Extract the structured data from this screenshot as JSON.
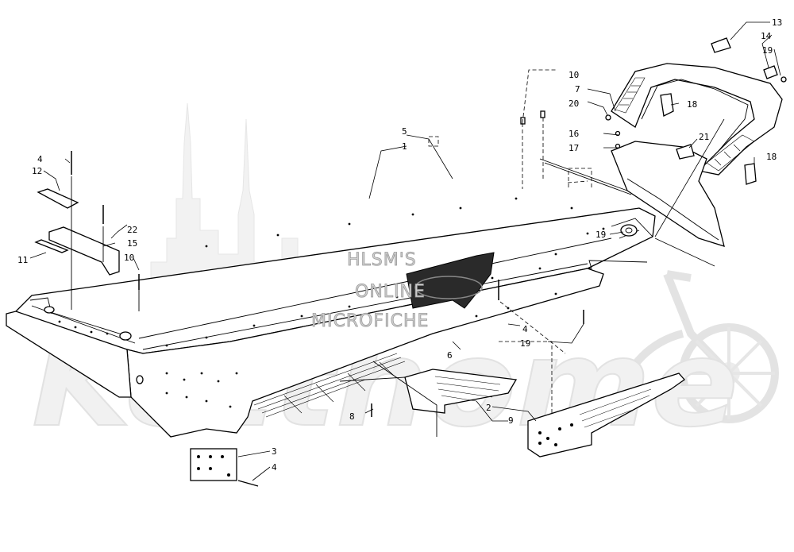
{
  "watermark": {
    "line1": "HLSM'S",
    "line2": "ONLINE",
    "line3": "MICROFICHE",
    "brand": "Ketthome"
  },
  "callouts": [
    {
      "id": "c-1",
      "text": "1"
    },
    {
      "id": "c-2",
      "text": "2"
    },
    {
      "id": "c-3",
      "text": "3"
    },
    {
      "id": "c-4a",
      "text": "4"
    },
    {
      "id": "c-4b",
      "text": "4"
    },
    {
      "id": "c-4c",
      "text": "4"
    },
    {
      "id": "c-5",
      "text": "5"
    },
    {
      "id": "c-6",
      "text": "6"
    },
    {
      "id": "c-7",
      "text": "7"
    },
    {
      "id": "c-8",
      "text": "8"
    },
    {
      "id": "c-9",
      "text": "9"
    },
    {
      "id": "c-10a",
      "text": "10"
    },
    {
      "id": "c-10b",
      "text": "10"
    },
    {
      "id": "c-11",
      "text": "11"
    },
    {
      "id": "c-12",
      "text": "12"
    },
    {
      "id": "c-13",
      "text": "13"
    },
    {
      "id": "c-14",
      "text": "14"
    },
    {
      "id": "c-15",
      "text": "15"
    },
    {
      "id": "c-16",
      "text": "16"
    },
    {
      "id": "c-17",
      "text": "17"
    },
    {
      "id": "c-18a",
      "text": "18"
    },
    {
      "id": "c-18b",
      "text": "18"
    },
    {
      "id": "c-19a",
      "text": "19"
    },
    {
      "id": "c-19b",
      "text": "19"
    },
    {
      "id": "c-19c",
      "text": "19"
    },
    {
      "id": "c-20",
      "text": "20"
    },
    {
      "id": "c-21",
      "text": "21"
    },
    {
      "id": "c-22",
      "text": "22"
    }
  ],
  "colors": {
    "line": "#000000",
    "background": "#ffffff",
    "watermark": "#cfcfcf",
    "badge": "#2a2a2a"
  }
}
